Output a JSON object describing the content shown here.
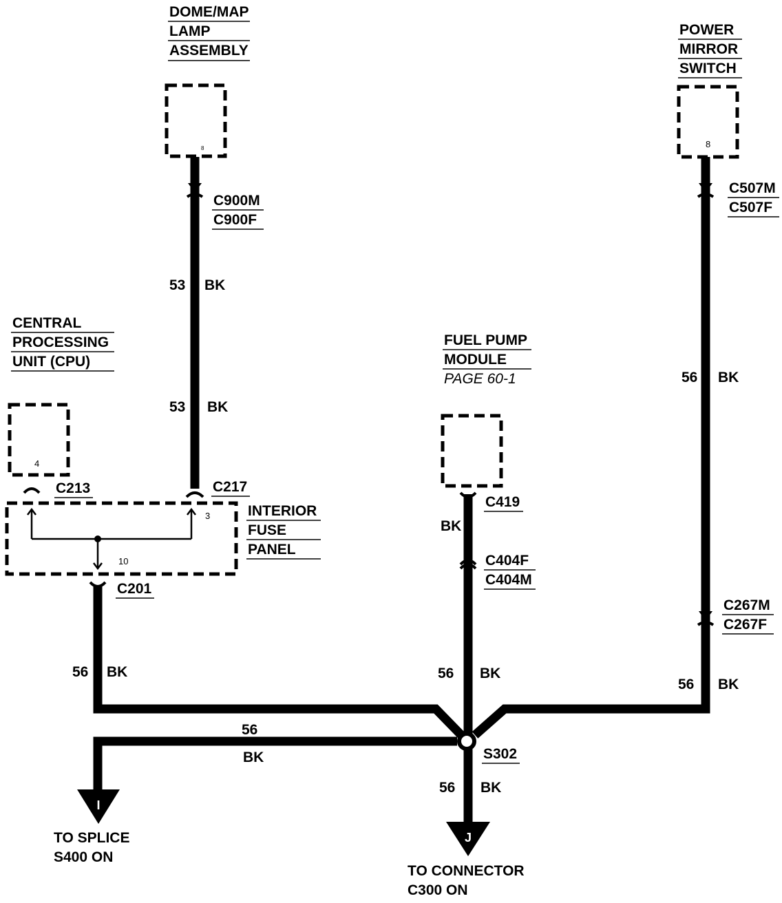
{
  "components": {
    "dome_map_lamp": [
      "DOME/MAP",
      "LAMP",
      "ASSEMBLY"
    ],
    "power_mirror_switch": [
      "POWER",
      "MIRROR",
      "SWITCH"
    ],
    "cpu": [
      "CENTRAL",
      "PROCESSING",
      "UNIT (CPU)"
    ],
    "fuel_pump_module": [
      "FUEL PUMP",
      "MODULE"
    ],
    "fuel_pump_page": "PAGE 60-1",
    "interior_fuse_panel": [
      "INTERIOR",
      "FUSE",
      "PANEL"
    ]
  },
  "pins": {
    "dome_lamp": "8",
    "mirror_switch": "8",
    "cpu": "4",
    "fuse_c217": "3",
    "fuse_c201": "10"
  },
  "connectors": {
    "c900m": "C900M",
    "c900f": "C900F",
    "c507m": "C507M",
    "c507f": "C507F",
    "c213": "C213",
    "c217": "C217",
    "c201": "C201",
    "c419": "C419",
    "c404f": "C404F",
    "c404m": "C404M",
    "c267m": "C267M",
    "c267f": "C267F"
  },
  "splice": "S302",
  "wires": {
    "dome_upper": {
      "circuit": "53",
      "color": "BK"
    },
    "dome_lower": {
      "circuit": "53",
      "color": "BK"
    },
    "mirror_upper": {
      "circuit": "56",
      "color": "BK"
    },
    "mirror_lower": {
      "circuit": "56",
      "color": "BK"
    },
    "fuel_upper": {
      "color": "BK"
    },
    "fuel_lower": {
      "circuit": "56",
      "color": "BK"
    },
    "fuse_out": {
      "circuit": "56",
      "color": "BK"
    },
    "to_s400": {
      "circuit": "56",
      "color": "BK"
    },
    "to_c300": {
      "circuit": "56",
      "color": "BK"
    }
  },
  "arrows": {
    "left": {
      "letter": "I",
      "text": [
        "TO SPLICE",
        "S400 ON"
      ]
    },
    "bottom": {
      "letter": "J",
      "text": [
        "TO CONNECTOR",
        "C300 ON"
      ]
    }
  }
}
